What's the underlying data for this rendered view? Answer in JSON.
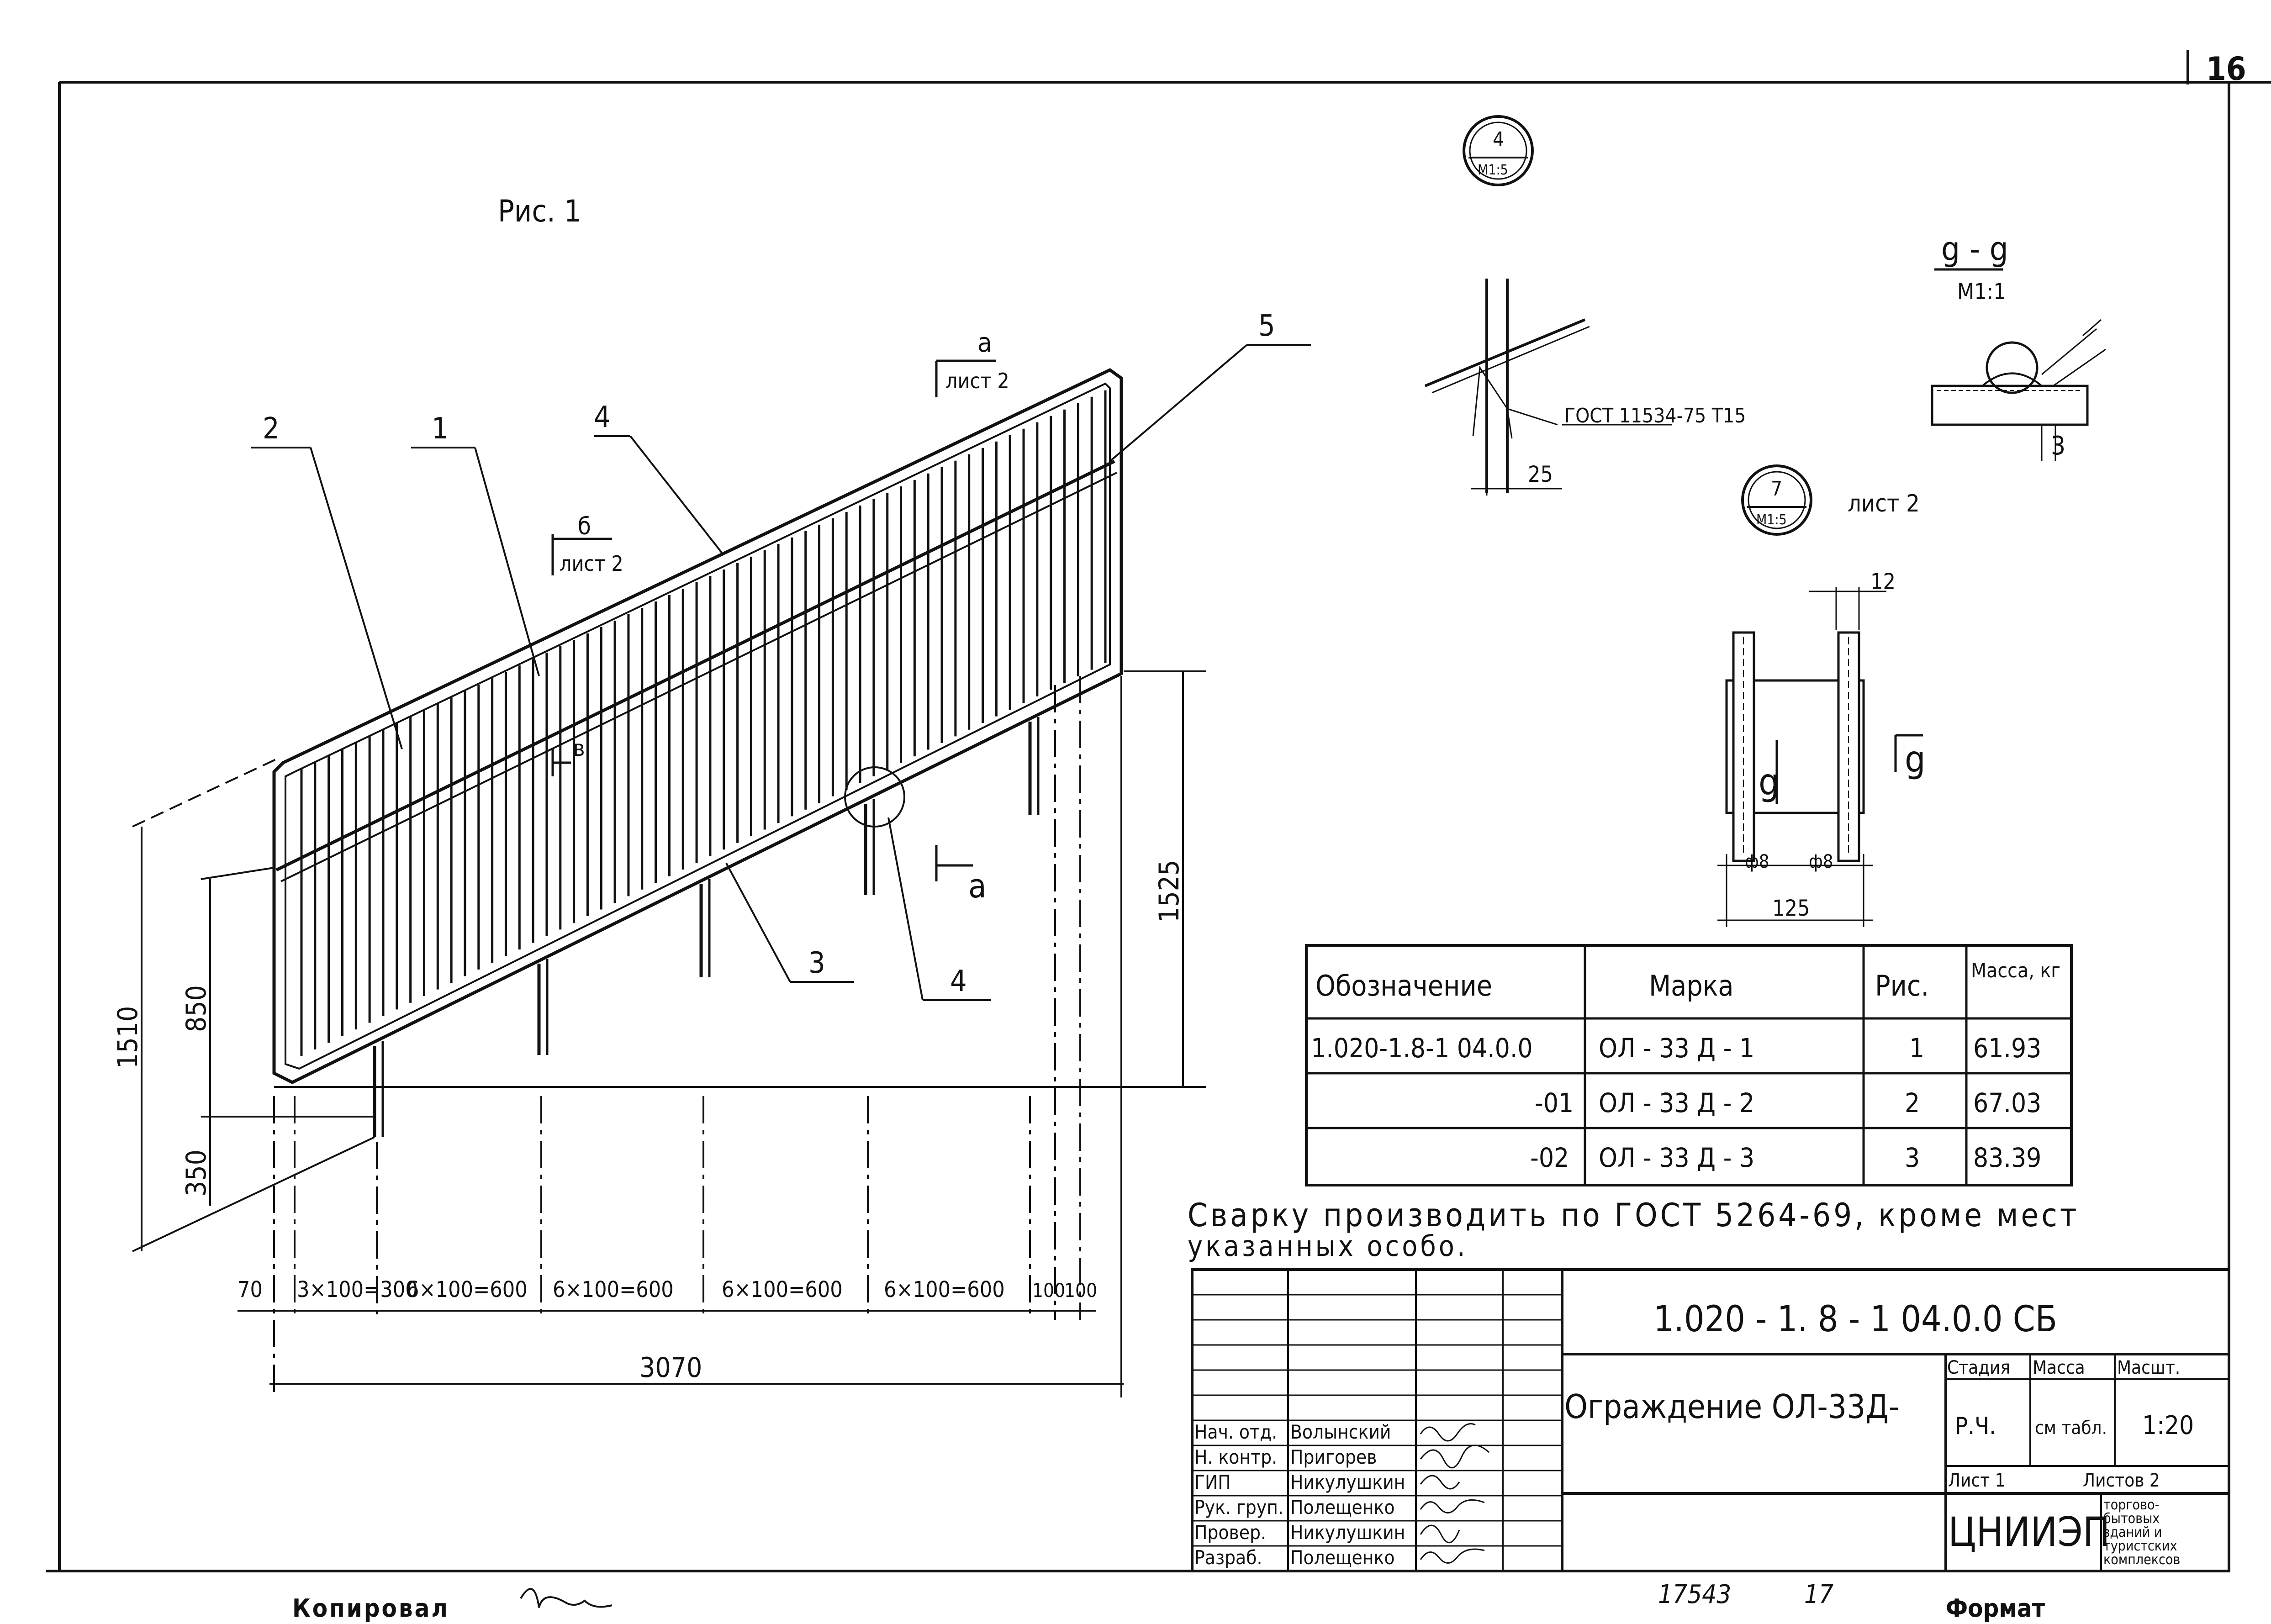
{
  "sheet": {
    "page_number": "16",
    "figure_label": "Рис. 1",
    "copied_by": "Копировал",
    "format_label": "Формат",
    "stamp_number_1": "17543",
    "stamp_number_2": "17"
  },
  "isometric": {
    "callouts": [
      "2",
      "1",
      "4",
      "5",
      "3",
      "4"
    ],
    "section_a": {
      "letter": "а",
      "ref": "лист 2"
    },
    "section_b": {
      "letter": "б",
      "ref": "лист 2"
    },
    "section_v": "в",
    "section_a_lower": "а",
    "dims_vertical": {
      "h1510": "1510",
      "h850": "850",
      "h350": "350",
      "h1525": "1525"
    },
    "dims_bottom": [
      "70",
      "3×100=300",
      "6×100=600",
      "6×100=600",
      "6×100=600",
      "6×100=600",
      "100",
      "100"
    ],
    "dim_total": "3070"
  },
  "detail_4": {
    "scale_top": "4",
    "scale_bottom": "M1:5",
    "gost_note": "ГОСТ 11534-75 Т15",
    "dim": "25"
  },
  "detail_g": {
    "title": "g - g",
    "scale": "M1:1",
    "dim": "3"
  },
  "detail_7": {
    "scale_top": "7",
    "scale_bottom": "M1:5",
    "ref": "лист 2",
    "dim_top": "12",
    "label_left": "g",
    "label_right": "g",
    "dia_left": "ф8",
    "dia_right": "ф8",
    "dim_bottom": "125"
  },
  "spec_table": {
    "headers": [
      "Обозначение",
      "Марка",
      "Рис.",
      "Масса, кг"
    ],
    "rows": [
      [
        "1.020-1.8-1 04.0.0",
        "ОЛ - 33 Д - 1",
        "1",
        "61.93"
      ],
      [
        "-01",
        "ОЛ - 33 Д - 2",
        "2",
        "67.03"
      ],
      [
        "-02",
        "ОЛ - 33 Д - 3",
        "3",
        "83.39"
      ]
    ]
  },
  "note": {
    "line1": "Сварку производить по ГОСТ 5264-69, кроме мест",
    "line2": "указанных особо."
  },
  "title_block": {
    "code": "1.020 - 1. 8 - 1 04.0.0 СБ",
    "title": "Ограждение ОЛ-33Д-",
    "stage_header": "Стадия",
    "mass_header": "Масса",
    "scale_header": "Масшт.",
    "stage": "Р.Ч.",
    "mass": "см табл.",
    "scale": "1:20",
    "sheet": "Лист 1",
    "sheets": "Листов 2",
    "org": "ЦНИИЭП",
    "org_sub": [
      "торгово-",
      "бытовых",
      "зданий и",
      "туристских",
      "комплексов"
    ],
    "roles": [
      {
        "role": "Нач. отд.",
        "name": "Волынский"
      },
      {
        "role": "Н. контр.",
        "name": "Пригорев"
      },
      {
        "role": "ГИП",
        "name": "Никулушкин"
      },
      {
        "role": "Рук. груп.",
        "name": "Полещенко"
      },
      {
        "role": "Провер.",
        "name": "Никулушкин"
      },
      {
        "role": "Разраб.",
        "name": "Полещенко"
      }
    ]
  }
}
